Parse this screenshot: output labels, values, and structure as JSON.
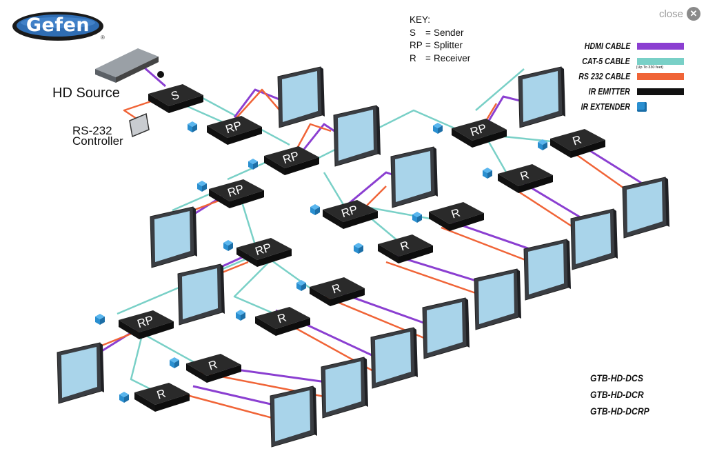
{
  "brand": {
    "logo_text": "Gefen",
    "registered_mark": "®"
  },
  "close": {
    "label": "close",
    "icon": "close-x-icon"
  },
  "key": {
    "title": "KEY:",
    "items": [
      {
        "abbr": "S",
        "eq": "=",
        "meaning": "Sender"
      },
      {
        "abbr": "RP",
        "eq": "=",
        "meaning": "Splitter"
      },
      {
        "abbr": "R",
        "eq": "=",
        "meaning": "Receiver"
      }
    ]
  },
  "legend": [
    {
      "label": "HDMI CABLE",
      "color": "#8b3fd1"
    },
    {
      "label": "CAT-5 CABLE",
      "color": "#79d0c7",
      "note": "(Up To 330 feet)"
    },
    {
      "label": "RS 232 CABLE",
      "color": "#f06437"
    },
    {
      "label": "IR EMITTER",
      "color": "#111111"
    },
    {
      "label": "IR EXTENDER",
      "color": "#2a8fd0"
    }
  ],
  "labels": {
    "hd_source": "HD Source",
    "rs232_line1": "RS-232",
    "rs232_line2": "Controller"
  },
  "models": [
    "GTB-HD-DCS",
    "GTB-HD-DCR",
    "GTB-HD-DCRP"
  ],
  "device_labels": {
    "sender": "S",
    "splitter": "RP",
    "receiver": "R"
  },
  "colors": {
    "hdmi": "#8b3fd1",
    "cat5": "#79d0c7",
    "rs232": "#f06437",
    "box": "#1c1c1c",
    "ir": "#2a8fd0",
    "screen": "#a9d4ea"
  }
}
